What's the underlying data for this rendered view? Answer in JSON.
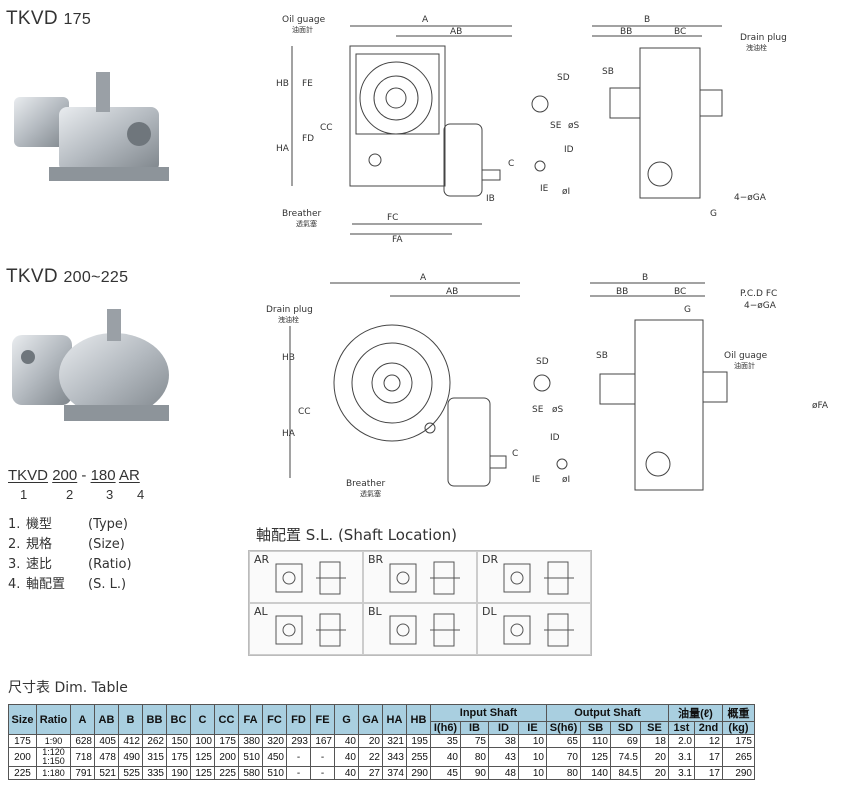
{
  "models": [
    {
      "title_main": "TKVD",
      "title_size": "175"
    },
    {
      "title_main": "TKVD",
      "title_size": "200~225"
    }
  ],
  "drawing1": {
    "labels": {
      "oil_gauge": "Oil guage",
      "oil_gauge_cn": "油面計",
      "breather": "Breather",
      "breather_cn": "透氣塞",
      "drain_plug": "Drain plug",
      "drain_plug_cn": "洩油栓",
      "ga": "4−øGA"
    },
    "dims": [
      "A",
      "AB",
      "HB",
      "FE",
      "HA",
      "FD",
      "CC",
      "FC",
      "FA",
      "C",
      "IB",
      "SD",
      "SE",
      "øS",
      "ID",
      "IE",
      "øI",
      "B",
      "BB",
      "BC",
      "SB",
      "G"
    ]
  },
  "drawing2": {
    "labels": {
      "drain_plug": "Drain plug",
      "drain_plug_cn": "洩油栓",
      "breather": "Breather",
      "breather_cn": "透氣塞",
      "pcd": "P.C.D FC",
      "ga": "4−øGA",
      "oil_gauge": "Oil guage",
      "oil_gauge_cn": "油面計"
    },
    "dims": [
      "A",
      "AB",
      "HB",
      "CC",
      "HA",
      "C",
      "SD",
      "SE",
      "øS",
      "ID",
      "IE",
      "øI",
      "B",
      "BB",
      "BC",
      "G",
      "SB",
      "øFA"
    ]
  },
  "model_code": {
    "parts": [
      "TKVD",
      "200",
      "180",
      "AR"
    ],
    "sep": "-",
    "numbers": [
      "1",
      "2",
      "3",
      "4"
    ]
  },
  "legend": [
    {
      "num": "1.",
      "cn": "機型",
      "en": "(Type)"
    },
    {
      "num": "2.",
      "cn": "規格",
      "en": "(Size)"
    },
    {
      "num": "3.",
      "cn": "速比",
      "en": "(Ratio)"
    },
    {
      "num": "4.",
      "cn": "軸配置",
      "en": "(S. L.)"
    }
  ],
  "shaft_location": {
    "title": "軸配置  S.L. (Shaft Location)",
    "cells": [
      "AR",
      "BR",
      "DR",
      "AL",
      "BL",
      "DL"
    ]
  },
  "dim_table": {
    "title": "尺寸表  Dim. Table",
    "group_headers": {
      "input_shaft": "Input Shaft",
      "output_shaft": "Output Shaft",
      "oil": "油量(ℓ)",
      "weight": "概重"
    },
    "headers": [
      "Size",
      "Ratio",
      "A",
      "AB",
      "B",
      "BB",
      "BC",
      "C",
      "CC",
      "FA",
      "FC",
      "FD",
      "FE",
      "G",
      "GA",
      "HA",
      "HB",
      "I(h6)",
      "IB",
      "ID",
      "IE",
      "S(h6)",
      "SB",
      "SD",
      "SE",
      "1st",
      "2nd",
      "(kg)"
    ],
    "rows": [
      [
        "175",
        "1:90",
        "628",
        "405",
        "412",
        "262",
        "150",
        "100",
        "175",
        "380",
        "320",
        "293",
        "167",
        "40",
        "20",
        "321",
        "195",
        "35",
        "75",
        "38",
        "10",
        "65",
        "110",
        "69",
        "18",
        "2.0",
        "12",
        "175"
      ],
      [
        "200",
        "1:120\n1:150",
        "718",
        "478",
        "490",
        "315",
        "175",
        "125",
        "200",
        "510",
        "450",
        "-",
        "-",
        "40",
        "22",
        "343",
        "255",
        "40",
        "80",
        "43",
        "10",
        "70",
        "125",
        "74.5",
        "20",
        "3.1",
        "17",
        "265"
      ],
      [
        "225",
        "1:180",
        "791",
        "521",
        "525",
        "335",
        "190",
        "125",
        "225",
        "580",
        "510",
        "-",
        "-",
        "40",
        "27",
        "374",
        "290",
        "45",
        "90",
        "48",
        "10",
        "80",
        "140",
        "84.5",
        "20",
        "3.1",
        "17",
        "290"
      ]
    ]
  }
}
